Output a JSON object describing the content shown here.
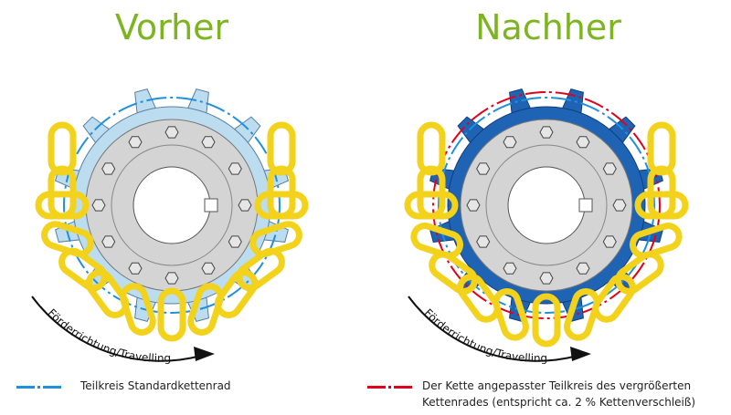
{
  "titles": {
    "before": "Vorher",
    "after": "Nachher"
  },
  "direction_label": "Förderrichtung/Travelling",
  "legend": {
    "standard": "Teilkreis Standardkettenrad",
    "adapted_line1": "Der Kette angepasster Teilkreis des vergrößerten",
    "adapted_line2": "Kettenrades (entspricht ca. 2 % Kettenverschleiß)"
  },
  "colors": {
    "title": "#7cb51f",
    "standard_pitch": "#1e90e0",
    "adapted_pitch": "#e2001a",
    "chain": "#f2d21b",
    "sprocket_before": "#bcdcf0",
    "sprocket_after": "#1f64b4",
    "disc": "#d4d4d4"
  }
}
